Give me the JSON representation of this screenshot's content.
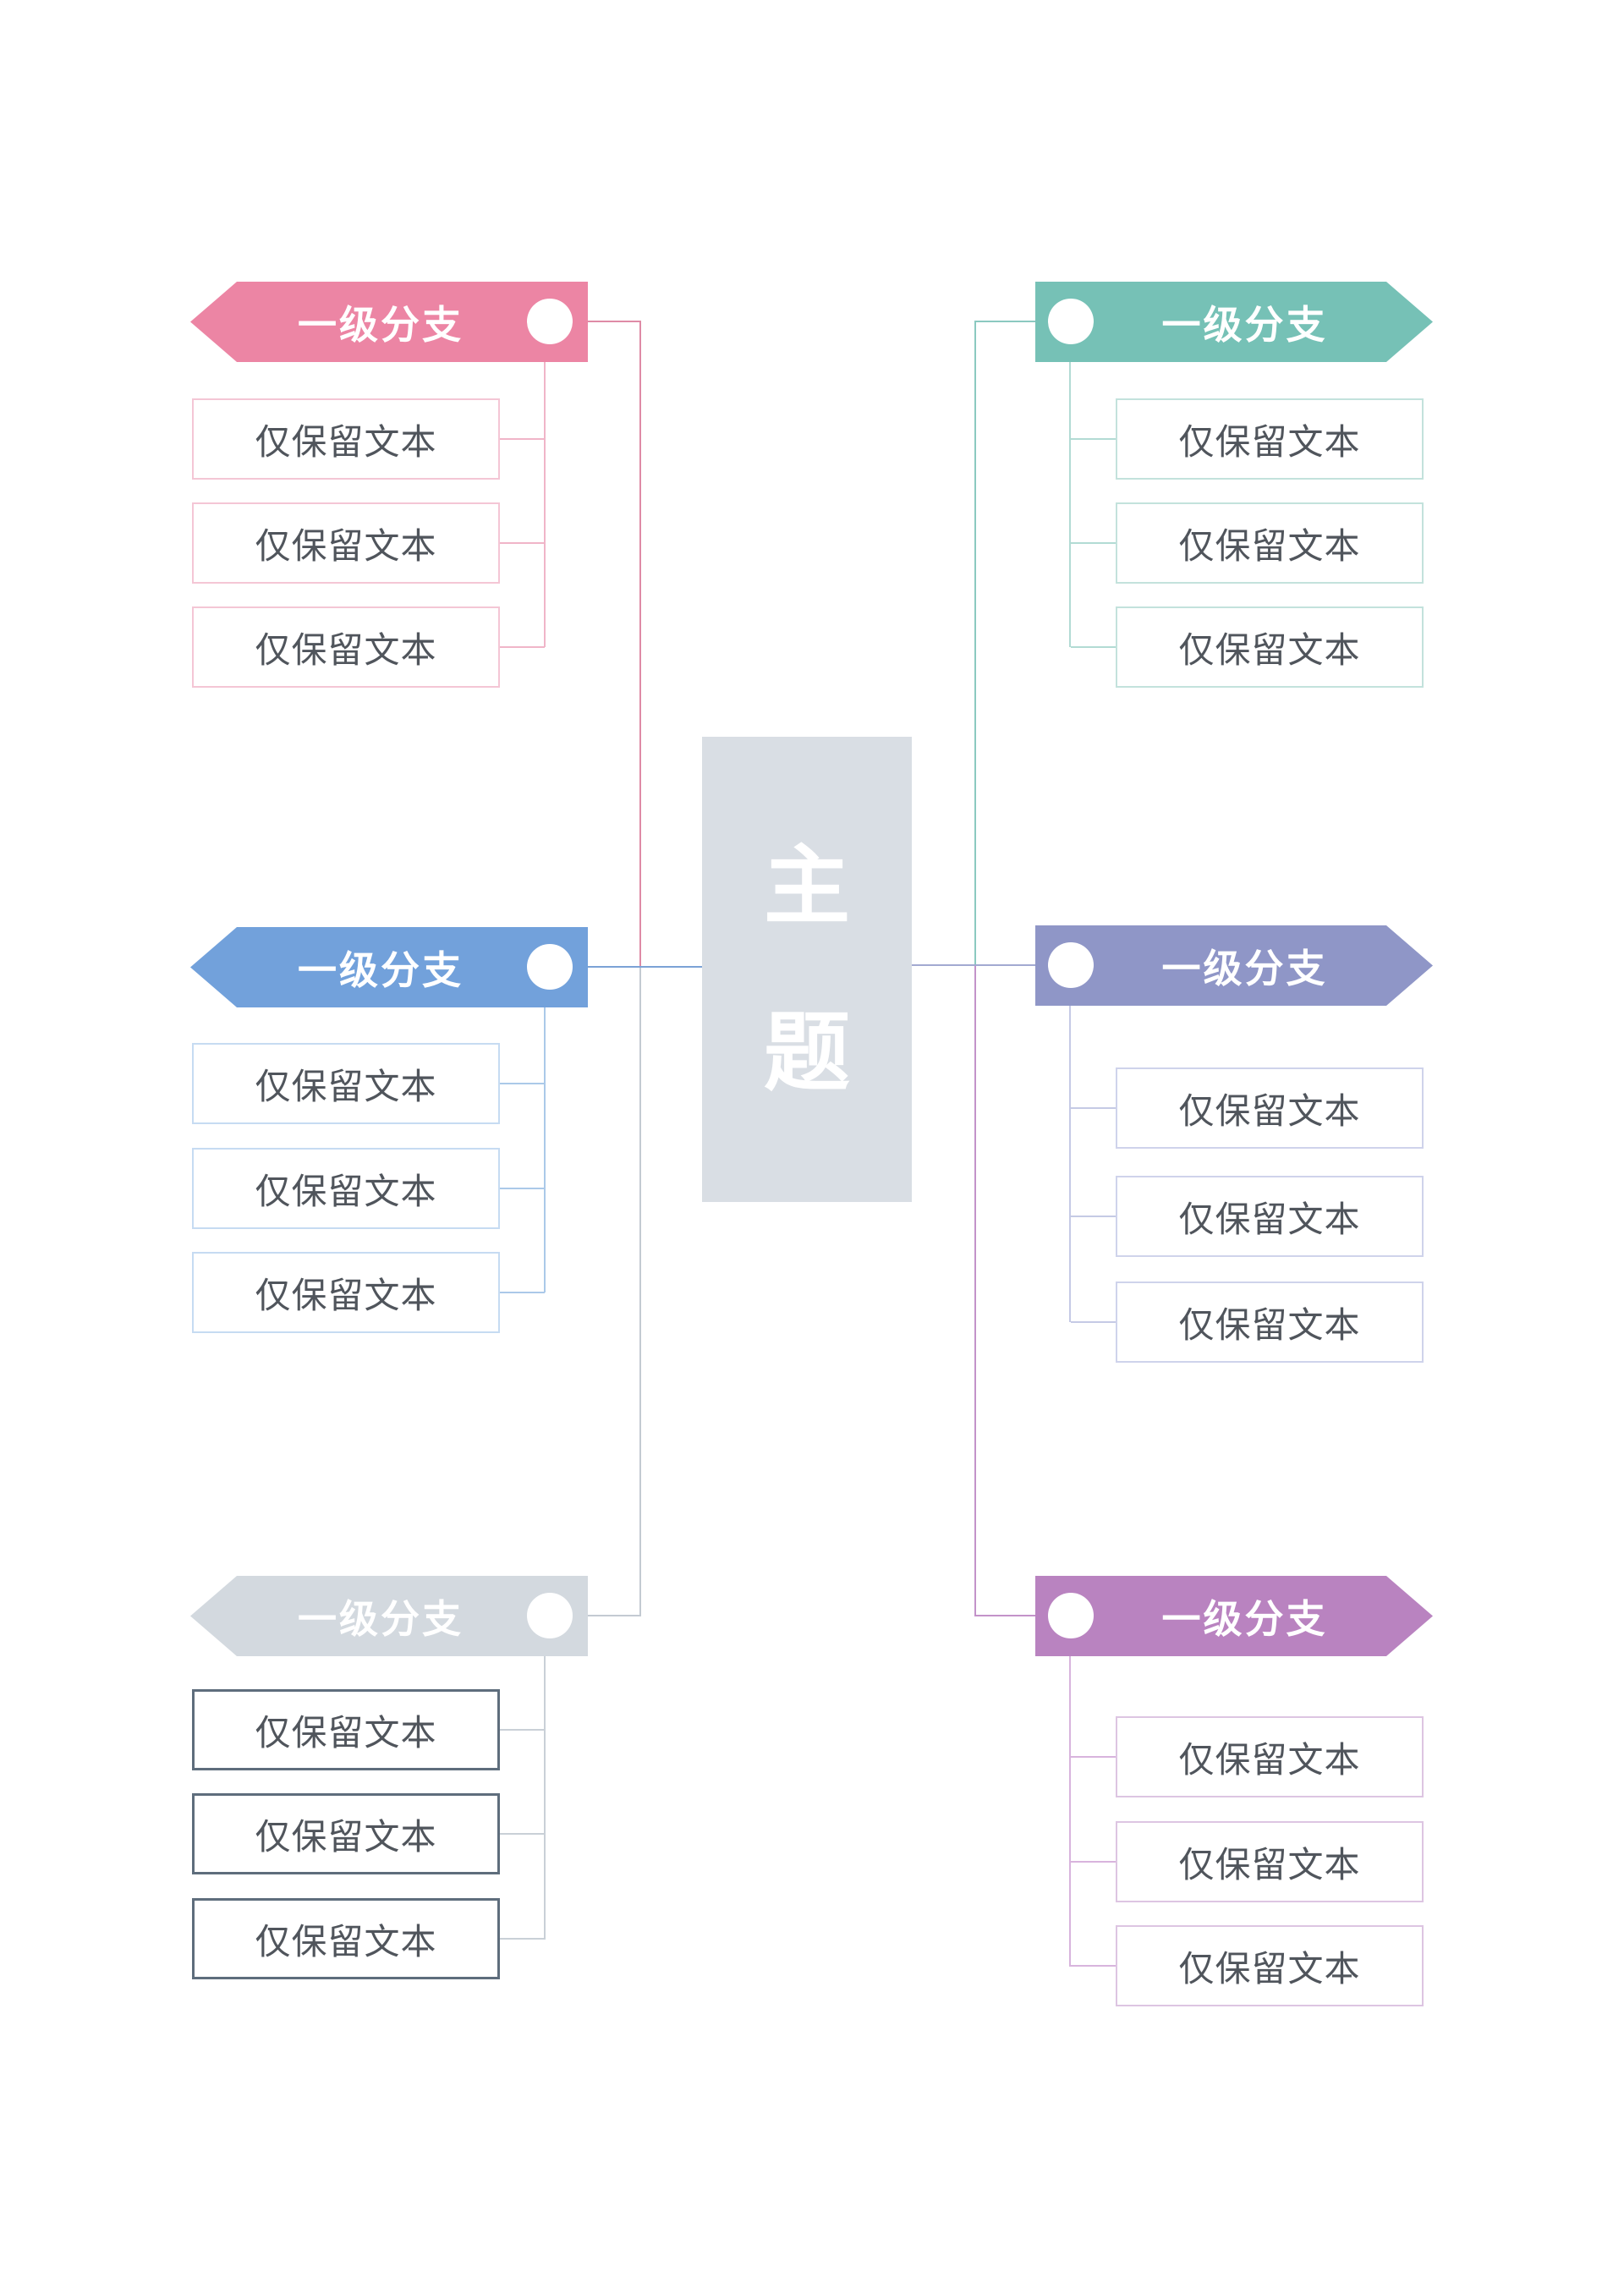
{
  "canvas": {
    "background": "#ffffff"
  },
  "center": {
    "label": "主题",
    "chars": [
      "主",
      "题"
    ],
    "background": "#d9dee4",
    "text_color": "#ffffff"
  },
  "text": {
    "banner_text_color": "#ffffff",
    "child_text_color": "#50555c",
    "bullet_color": "#ffffff"
  },
  "branches": [
    {
      "position": "top-left",
      "label": "一级分支",
      "color": "#ec85a4",
      "line_main": "#df8ba6",
      "line_child": "#f0b5c8",
      "child_border": "#f4c6d5",
      "children": [
        "仅保留文本",
        "仅保留文本",
        "仅保留文本"
      ]
    },
    {
      "position": "middle-left",
      "label": "一级分支",
      "color": "#72a1db",
      "line_main": "#7ba2d6",
      "line_child": "#abc9e9",
      "child_border": "#c6dbf2",
      "children": [
        "仅保留文本",
        "仅保留文本",
        "仅保留文本"
      ]
    },
    {
      "position": "bottom-left",
      "label": "一级分支",
      "color": "#d3d9df",
      "line_main": "#c3cad2",
      "line_child": "#c9d0d7",
      "child_border": "#5e6d7c",
      "children": [
        "仅保留文本",
        "仅保留文本",
        "仅保留文本"
      ]
    },
    {
      "position": "top-right",
      "label": "一级分支",
      "color": "#76c1b6",
      "line_main": "#8bc9c0",
      "line_child": "#b2dbd4",
      "child_border": "#c3e2dc",
      "children": [
        "仅保留文本",
        "仅保留文本",
        "仅保留文本"
      ]
    },
    {
      "position": "middle-right",
      "label": "一级分支",
      "color": "#8f96c7",
      "line_main": "#a2a9d1",
      "line_child": "#c5cae5",
      "child_border": "#cfd3eb",
      "children": [
        "仅保留文本",
        "仅保留文本",
        "仅保留文本"
      ]
    },
    {
      "position": "bottom-right",
      "label": "一级分支",
      "color": "#b983c0",
      "line_main": "#c393c9",
      "line_child": "#d8b4dd",
      "child_border": "#ddc5e2",
      "children": [
        "仅保留文本",
        "仅保留文本",
        "仅保留文本"
      ]
    }
  ]
}
